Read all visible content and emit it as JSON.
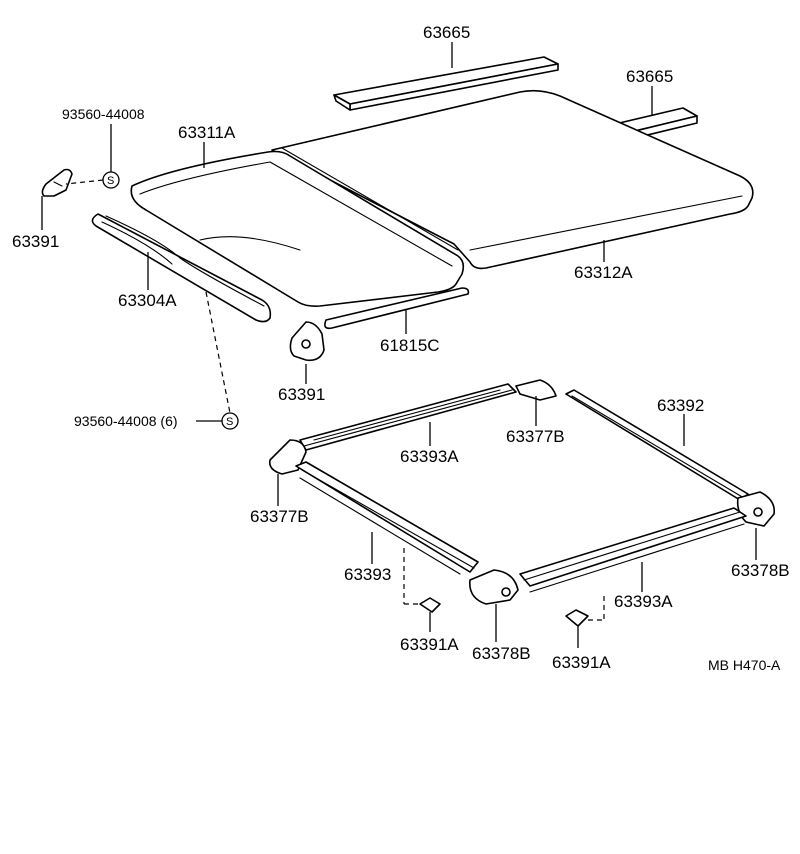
{
  "labels": {
    "top_rail_1": "63665",
    "top_rail_2": "63665",
    "screw_top": "93560-44008",
    "roof_front": "63311A",
    "bracket_left": "63391",
    "roof_rear": "63312A",
    "seal_rail": "63304A",
    "weather_strip": "61815C",
    "bracket_center": "63391",
    "screw_bottom": "93560-44008 (6)",
    "frame_rear": "63392",
    "frame_top": "63393A",
    "corner_top_right": "63377B",
    "corner_left": "63377B",
    "frame_left": "63393",
    "corner_right": "63378B",
    "frame_bottom": "63393A",
    "clip_left": "63391A",
    "corner_bottom": "63378B",
    "clip_right": "63391A",
    "drawing_code": "MB  H470-A"
  },
  "symbols": {
    "screw_marker": "S"
  }
}
